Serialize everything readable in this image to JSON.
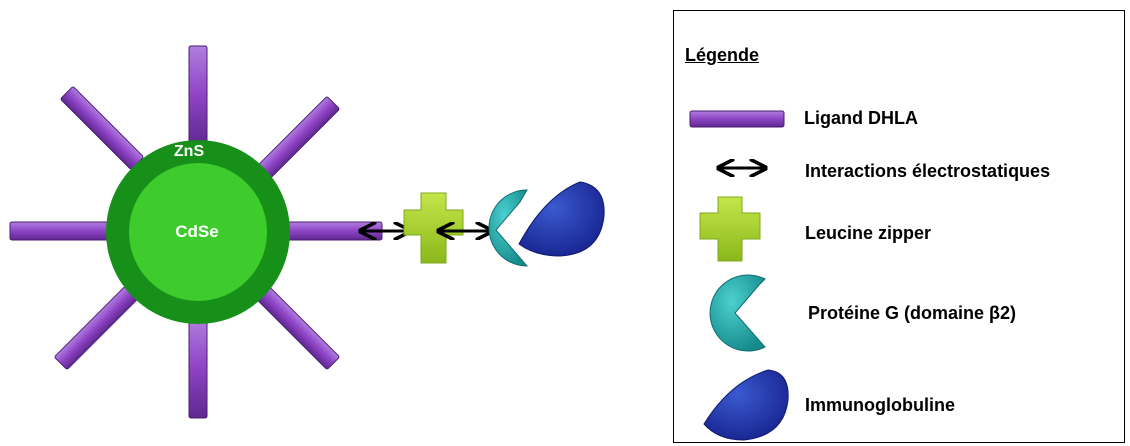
{
  "nanoparticle": {
    "shell_label": "ZnS",
    "core_label": "CdSe"
  },
  "legend": {
    "title": "Légende",
    "items": [
      {
        "icon": "ligand-rod-icon",
        "label": "Ligand DHLA"
      },
      {
        "icon": "double-arrow-icon",
        "label": "Interactions électrostatiques"
      },
      {
        "icon": "leucine-zipper-cross-icon",
        "label": "Leucine zipper"
      },
      {
        "icon": "protein-g-pacman-icon",
        "label": "Protéine G (domaine β2)"
      },
      {
        "icon": "immunoglobulin-drop-icon",
        "label": "Immunoglobuline"
      }
    ]
  },
  "colors": {
    "ligand": "#8e44c4",
    "shell": "#17901a",
    "core": "#3dcc2c",
    "leucine_zipper": "#a6d32a",
    "protein_g": "#22a8a8",
    "immunoglobulin": "#2a3aa8"
  }
}
